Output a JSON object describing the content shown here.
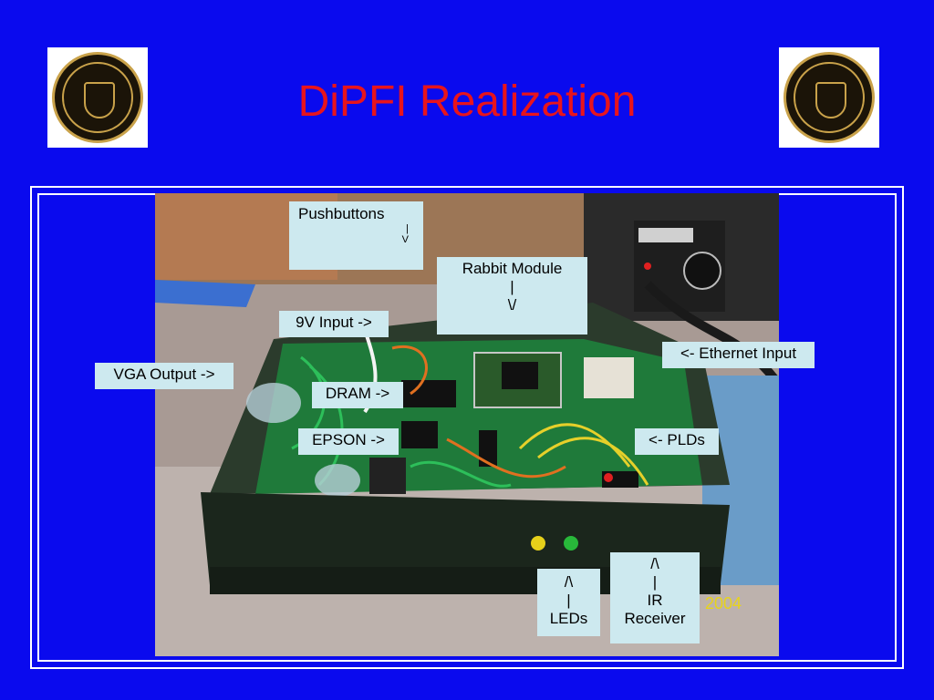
{
  "slide": {
    "title": "DiPFI Realization",
    "year": "2004"
  },
  "logos": {
    "left": "purdue-seal-icon",
    "right": "purdue-seal-icon"
  },
  "photo": {
    "subject": "circuit-board-enclosure-photo"
  },
  "labels": {
    "pushbuttons": {
      "line1": "Pushbuttons",
      "line2": "|",
      "line3": "V"
    },
    "rabbit_module": {
      "line1": "Rabbit Module",
      "line2": "|",
      "line3": "\\/"
    },
    "nine_v_input": "9V Input ->",
    "ethernet_input": "<- Ethernet Input",
    "vga_output": "VGA Output ->",
    "dram": "DRAM ->",
    "epson": "EPSON ->",
    "plds": "<- PLDs",
    "leds": {
      "line1": "/\\",
      "line2": "|",
      "line3": "LEDs"
    },
    "ir_receiver": {
      "line1": "/\\",
      "line2": "|",
      "line3": "IR",
      "line4": "Receiver"
    }
  }
}
